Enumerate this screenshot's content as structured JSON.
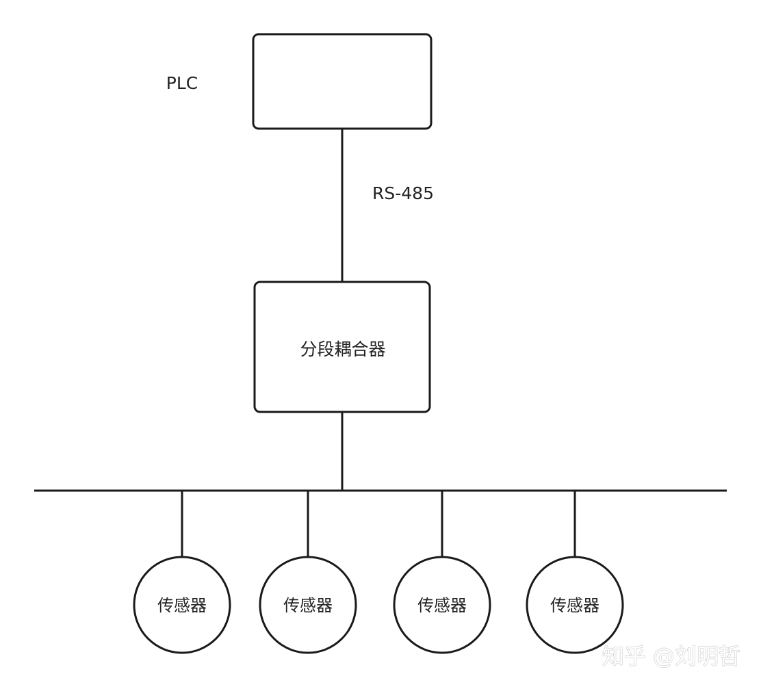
{
  "plc": {
    "label": "PLC"
  },
  "link": {
    "label": "RS-485"
  },
  "coupler": {
    "label": "分段耦合器"
  },
  "sensors": [
    {
      "label": "传感器"
    },
    {
      "label": "传感器"
    },
    {
      "label": "传感器"
    },
    {
      "label": "传感器"
    }
  ],
  "watermark": {
    "text": "知乎 @刘明哲"
  },
  "colors": {
    "stroke": "#1a1a1a",
    "background": "#ffffff"
  }
}
